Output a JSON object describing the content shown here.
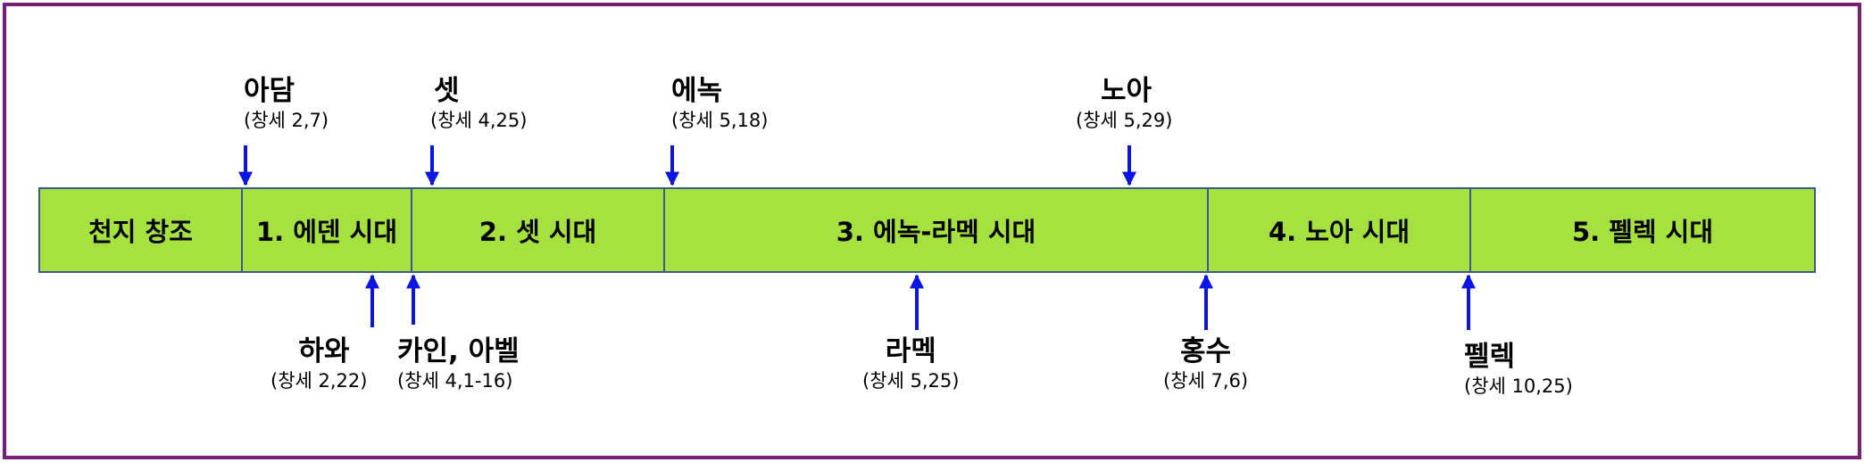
{
  "colors": {
    "frame": "#7a1c7a",
    "segment_fill": "#a6e23f",
    "segment_border": "#3c5a8a",
    "arrow": "#0a14e6"
  },
  "segments": [
    {
      "label": "천지 창조"
    },
    {
      "label": "1. 에덴 시대"
    },
    {
      "label": "2. 셋 시대"
    },
    {
      "label": "3. 에녹-라멕 시대"
    },
    {
      "label": "4. 노아 시대"
    },
    {
      "label": "5. 펠렉 시대"
    }
  ],
  "top_markers": [
    {
      "name": "아담",
      "ref": "(창세 2,7)"
    },
    {
      "name": "셋",
      "ref": "(창세 4,25)"
    },
    {
      "name": "에녹",
      "ref": "(창세 5,18)"
    },
    {
      "name": "노아",
      "ref": "(창세 5,29)"
    }
  ],
  "bottom_markers": [
    {
      "name": "하와",
      "ref": "(창세 2,22)"
    },
    {
      "name": "카인, 아벨",
      "ref": "(창세 4,1-16)"
    },
    {
      "name": "라멕",
      "ref": "(창세 5,25)"
    },
    {
      "name": "홍수",
      "ref": "(창세 7,6)"
    },
    {
      "name": "펠렉",
      "ref": "(창세 10,25)"
    }
  ]
}
